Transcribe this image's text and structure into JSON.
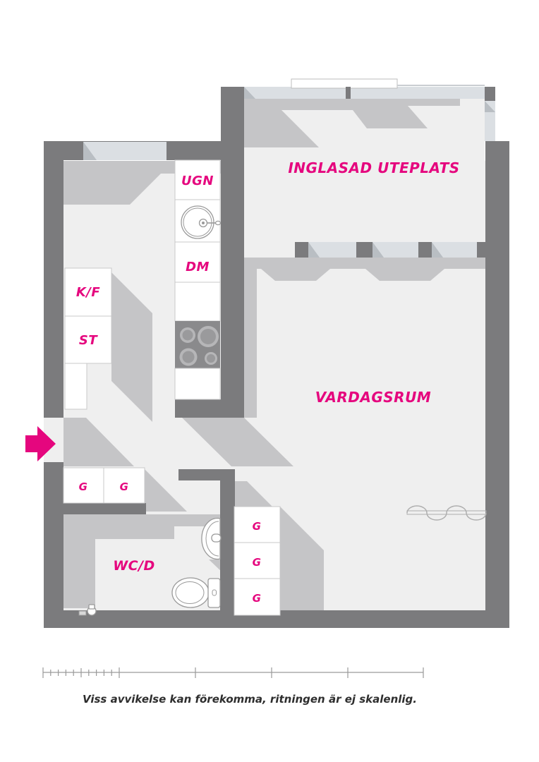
{
  "rooms": {
    "glazed_patio": "INGLASAD UTEPLATS",
    "living_room": "VARDAGSRUM",
    "bathroom": "WC/D"
  },
  "appliances": {
    "oven": "UGN",
    "dishwasher": "DM",
    "fridge_freezer": "K/F",
    "tall_cabinet": "ST"
  },
  "wardrobe": {
    "label": "G"
  },
  "footer": {
    "disclaimer": "Viss avvikelse kan förekomma, ritningen är ej skalenlig."
  },
  "colors": {
    "accent": "#e5067e",
    "wall": "#7b7b7d",
    "shadow": "#c5c5c7",
    "floor": "#efefef",
    "glass": "#dbdfe3",
    "caption_text": "#2e2e2e"
  }
}
